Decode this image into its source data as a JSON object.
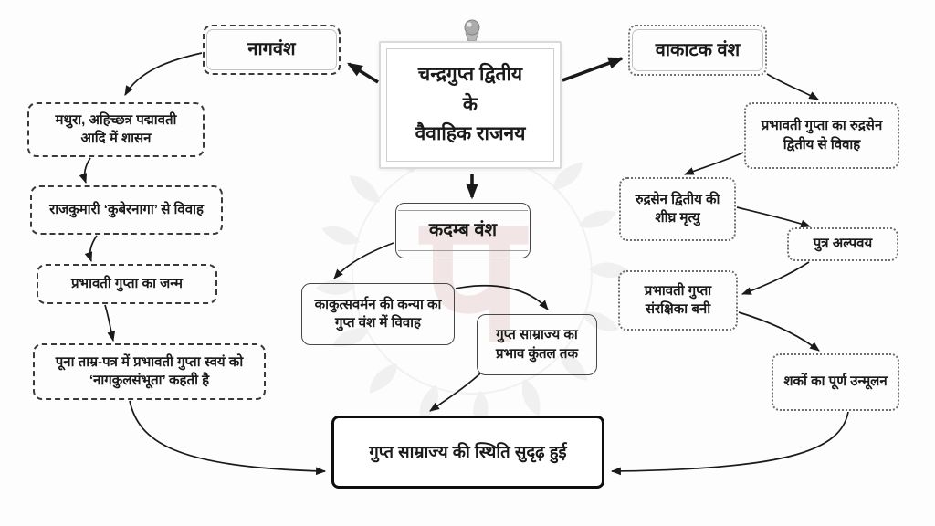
{
  "title_box": {
    "text": "चन्द्रगुप्त द्वितीय\nके\nवैवाहिक राजनय"
  },
  "nodes": {
    "nagvansh": {
      "text": "नागवंश"
    },
    "mathura": {
      "text": "मथुरा, अहिच्छत्र पद्मावती\nआदि में शासन"
    },
    "rajkumari": {
      "text": "राजकुमारी ‘कुबेरनागा’ से विवाह"
    },
    "janm": {
      "text": "प्रभावती गुप्ता का जन्म"
    },
    "poona": {
      "text": "पूना ताम्र-पत्र में प्रभावती गुप्ता स्वयं को\n‘नागकुलसंभूता’ कहती है"
    },
    "vakatak": {
      "text": "वाकाटक वंश"
    },
    "vivah": {
      "text": "प्रभावती गुप्ता का रुद्रसेन\nद्वितीय से विवाह"
    },
    "mrityu": {
      "text": "रुद्रसेन द्वितीय की\nशीघ्र मृत्यु"
    },
    "putra": {
      "text": "पुत्र अल्पवय"
    },
    "sanrakshika": {
      "text": "प्रभावती गुप्ता\nसंरक्षिका बनी"
    },
    "shakon": {
      "text": "शकों का पूर्ण उन्मूलन"
    },
    "kadamb": {
      "text": "कदम्ब वंश"
    },
    "kakutsa": {
      "text": "काकुत्सवर्मन की कन्या का\nगुप्त वंश में विवाह"
    },
    "kuntal": {
      "text": "गुप्त साम्राज्य का\nप्रभाव कुंतल तक"
    },
    "conclusion": {
      "text": "गुप्त साम्राज्य की स्थिति सुदृढ़ हुई"
    }
  },
  "watermark": {
    "letter": "प"
  },
  "colors": {
    "ink": "#1a1a1a",
    "dashed_border": "#3a3a3a",
    "dotted_border": "#6e6e6e",
    "frame_gray": "#c3c3c3",
    "watermark_gray": "#e6e6e6",
    "watermark_letter": "#cfa6a6"
  }
}
